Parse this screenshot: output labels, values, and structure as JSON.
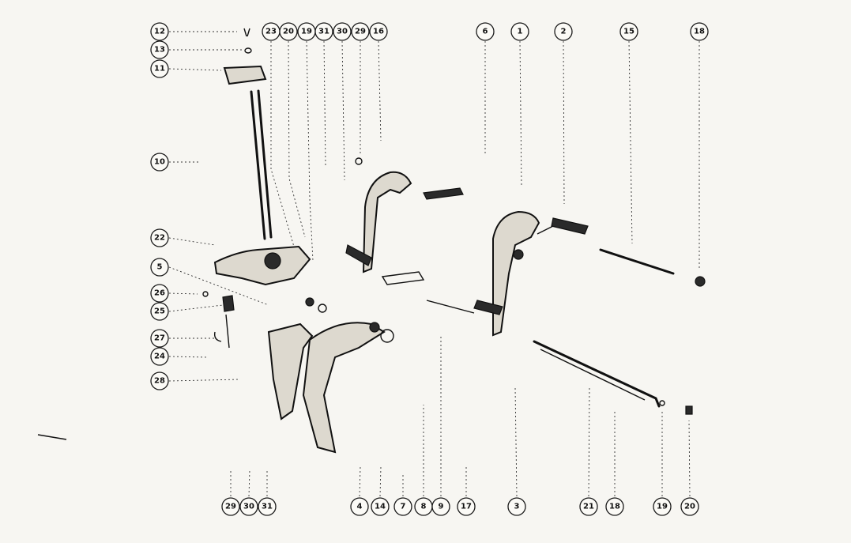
{
  "callouts_top": [
    "12",
    "13",
    "11",
    "10",
    "22",
    "5",
    "26",
    "25",
    "27",
    "24",
    "28",
    "23",
    "20",
    "19",
    "31",
    "30",
    "29",
    "16",
    "6",
    "1",
    "2",
    "15",
    "18"
  ],
  "callouts_bottom": [
    "29",
    "30",
    "31",
    "4",
    "14",
    "7",
    "8",
    "9",
    "17",
    "3",
    "21",
    "18",
    "19",
    "20"
  ],
  "colors": {
    "ink": "#111111",
    "paper": "#f7f6f2",
    "part_fill": "#ddd9cf"
  }
}
